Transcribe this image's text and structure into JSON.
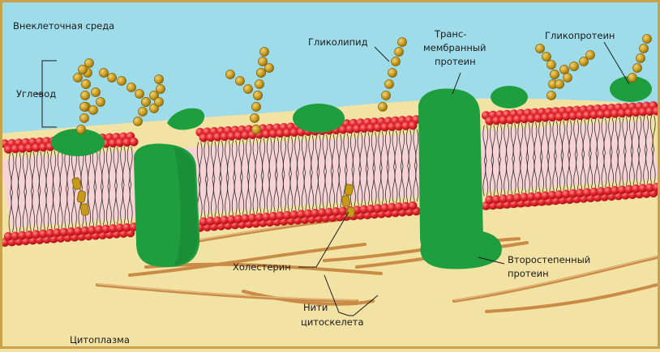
{
  "labels": {
    "extracellular": "Внеклеточная среда",
    "carbohydrate": "Углевод",
    "glycolipid": "Гликолипид",
    "transmembrane_line1": "Транс-",
    "transmembrane_line2": "мембранный",
    "transmembrane_line3": "протеин",
    "glycoprotein": "Гликопротеин",
    "cholesterol": "Холестерин",
    "peripheral_line1": "Второстепенный",
    "peripheral_line2": "протеин",
    "filaments_line1": "Нити",
    "filaments_line2": "цитоскелета",
    "cytoplasm": "Цитоплазма"
  },
  "colors": {
    "extracellular": "#9fdcea",
    "cytoplasm": "#f2e2a4",
    "head": "#e0222a",
    "tail_band": "#f7d3d5",
    "protein": "#1e9e3e",
    "sugar": "#c89a1a",
    "filament": "#c98b46",
    "frame": "#c9a24c"
  }
}
